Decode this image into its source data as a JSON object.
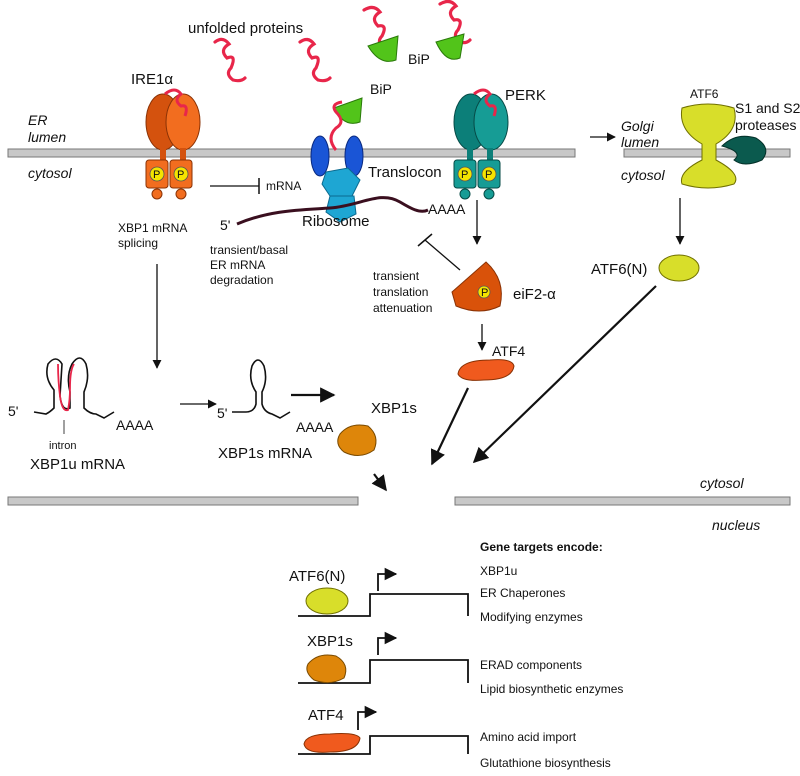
{
  "labels": {
    "unfolded_proteins": "unfolded proteins",
    "bip_top": "BiP",
    "bip_translocon": "BiP",
    "ire1a": "IRE1α",
    "perk": "PERK",
    "atf6_golgi": "ATF6",
    "s1s2": [
      "S1 and S2",
      "proteases"
    ],
    "er_lumen": [
      "ER",
      "lumen"
    ],
    "cytosol_left": "cytosol",
    "golgi_lumen": [
      "Golgi",
      "lumen"
    ],
    "cytosol_golgi": "cytosol",
    "translocon": "Translocon",
    "ribosome": "Ribosome",
    "mrna": "mRNA",
    "five_prime_ribo": "5'",
    "aaaa_ribo": "AAAA",
    "xbp1_splicing": [
      "XBP1 mRNA",
      "splicing"
    ],
    "degradation": [
      "transient/basal",
      "ER mRNA",
      "degradation"
    ],
    "attenuation": [
      "transient",
      "translation",
      "attenuation"
    ],
    "eif2a": "eiF2-α",
    "atf4": "ATF4",
    "atf6n": "ATF6(N)",
    "xbp1s_protein": "XBP1s",
    "five_prime_u": "5'",
    "aaaa_u": "AAAA",
    "intron": "intron",
    "xbp1u_mrna": "XBP1u mRNA",
    "five_prime_s": "5'",
    "aaaa_s": "AAAA",
    "xbp1s_mrna": "XBP1s mRNA",
    "cytosol_nuc": "cytosol",
    "nucleus": "nucleus",
    "phospho": "P"
  },
  "gene_targets": {
    "heading": "Gene targets encode:",
    "groups": [
      {
        "factor": "ATF6(N)",
        "targets": [
          "XBP1u",
          "ER Chaperones",
          "Modifying enzymes"
        ]
      },
      {
        "factor": "XBP1s",
        "targets": [
          "ERAD components",
          "Lipid biosynthetic enzymes"
        ]
      },
      {
        "factor": "ATF4",
        "targets": [
          "Amino acid import",
          "Glutathione biosynthesis"
        ]
      }
    ]
  },
  "colors": {
    "unfolded_protein": "#e8264a",
    "bip": "#52c41a",
    "ire1": "#f26d1f",
    "ire1_dark": "#d4520e",
    "perk": "#169c95",
    "perk_dark": "#0c7f79",
    "atf6": "#d8de2a",
    "protease": "#0b5a4e",
    "ribosome": "#1ea6d3",
    "translocon": "#1a55d6",
    "eif2a": "#d9520a",
    "atf4": "#f05a1e",
    "xbp1s": "#de860a",
    "phospho": "#f5e400",
    "membrane": "#c8c8c8",
    "intron": "#e8264a",
    "mrna_ribo": "#3a0f1f"
  }
}
